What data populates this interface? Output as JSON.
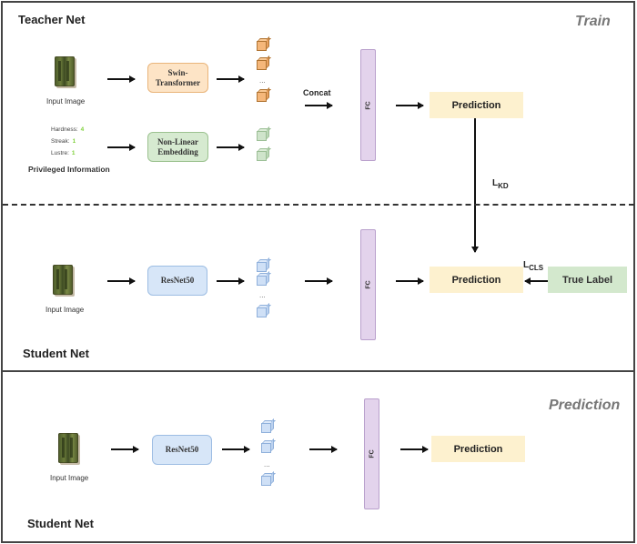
{
  "train": {
    "mode_label": "Train",
    "teacher": {
      "title": "Teacher Net",
      "input_label": "Input Image",
      "backbone": "Swin-Transformer",
      "privileged": {
        "title": "Privileged Information",
        "rows": [
          {
            "key": "Hardness:",
            "value": "4"
          },
          {
            "key": "Streak:",
            "value": "1"
          },
          {
            "key": "Lustre:",
            "value": "1"
          }
        ]
      },
      "embedding": "Non-Linear Embedding",
      "concat_label": "Concat",
      "fc_label": "FC",
      "output": "Prediction",
      "dots": "..."
    },
    "student": {
      "title": "Student Net",
      "input_label": "Input Image",
      "backbone": "ResNet50",
      "fc_label": "FC",
      "output": "Prediction",
      "dots": "..."
    },
    "loss_kd": {
      "base": "L",
      "sub": "KD"
    },
    "loss_cls": {
      "base": "L",
      "sub": "CLS"
    },
    "true_label": "True Label"
  },
  "prediction": {
    "mode_label": "Prediction",
    "student": {
      "title": "Student Net",
      "input_label": "Input Image",
      "backbone": "ResNet50",
      "fc_label": "FC",
      "output": "Prediction",
      "dots": "..."
    }
  },
  "colors": {
    "swin_fill": "#fde4c6",
    "embedding_fill": "#d6ead0",
    "resnet_fill": "#d7e6f8",
    "fc_fill": "#e3d3ec",
    "prediction_fill": "#fdf1cf",
    "true_label_fill": "#d3e8cd",
    "privileged_value": "#7fd13b"
  }
}
